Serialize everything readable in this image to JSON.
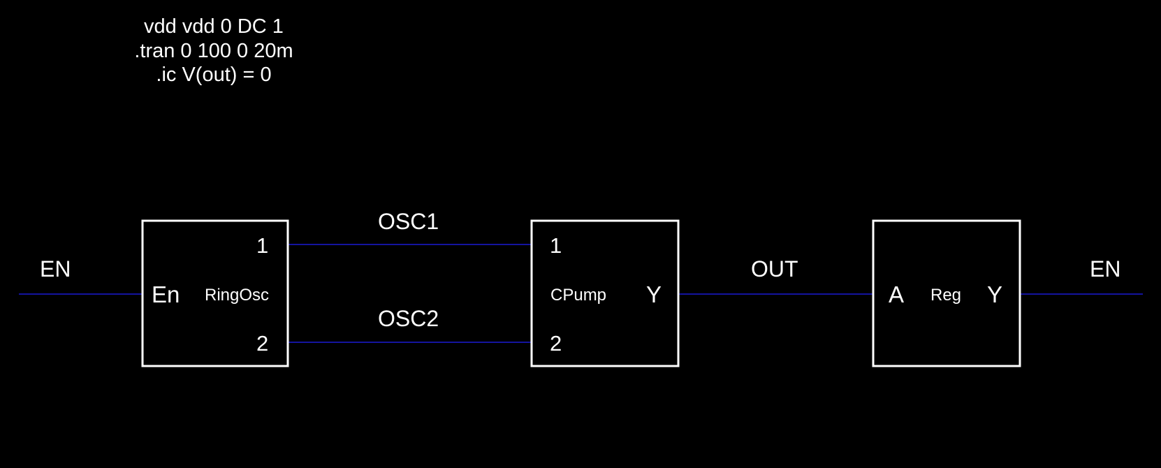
{
  "colors": {
    "background": "#000000",
    "component": "#ffffff",
    "wire": "#1a1ad4",
    "text": "#ffffff"
  },
  "directives": [
    "vdd vdd 0 DC 1",
    ".tran 0 100 0 20m",
    ".ic V(out) = 0"
  ],
  "nets": {
    "en_left": "EN",
    "osc1": "OSC1",
    "osc2": "OSC2",
    "out": "OUT",
    "en_right": "EN"
  },
  "blocks": {
    "ringosc": {
      "name": "RingOsc",
      "pin_en": "En",
      "pin_1": "1",
      "pin_2": "2"
    },
    "cpump": {
      "name": "CPump",
      "pin_1": "1",
      "pin_2": "2",
      "pin_y": "Y"
    },
    "reg": {
      "name": "Reg",
      "pin_a": "A",
      "pin_y": "Y"
    }
  }
}
